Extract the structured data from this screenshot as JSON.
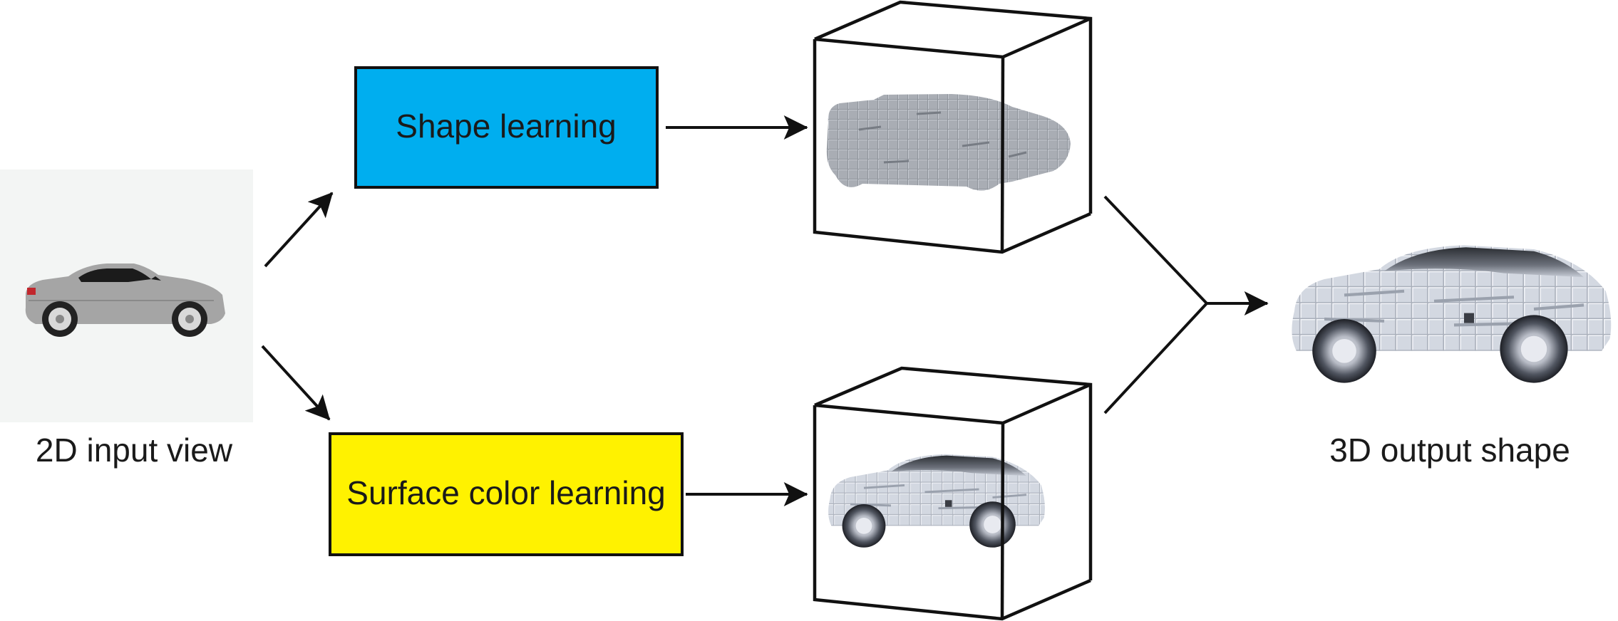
{
  "input": {
    "caption": "2D input view",
    "icon": "car-photo"
  },
  "stages": {
    "shape": {
      "label": "Shape learning",
      "color": "#00aeef",
      "output_icon": "gray-voxel-car"
    },
    "color": {
      "label": "Surface color learning",
      "color": "#fff200",
      "output_icon": "colored-voxel-car"
    }
  },
  "output": {
    "caption": "3D output shape",
    "icon": "colored-voxel-car"
  },
  "colors": {
    "stroke": "#111111",
    "input_bg": "#f3f5f4",
    "car_body": "#a6a6a6",
    "voxel_gray": "#a7abb2",
    "voxel_light": "#d9dde6"
  }
}
